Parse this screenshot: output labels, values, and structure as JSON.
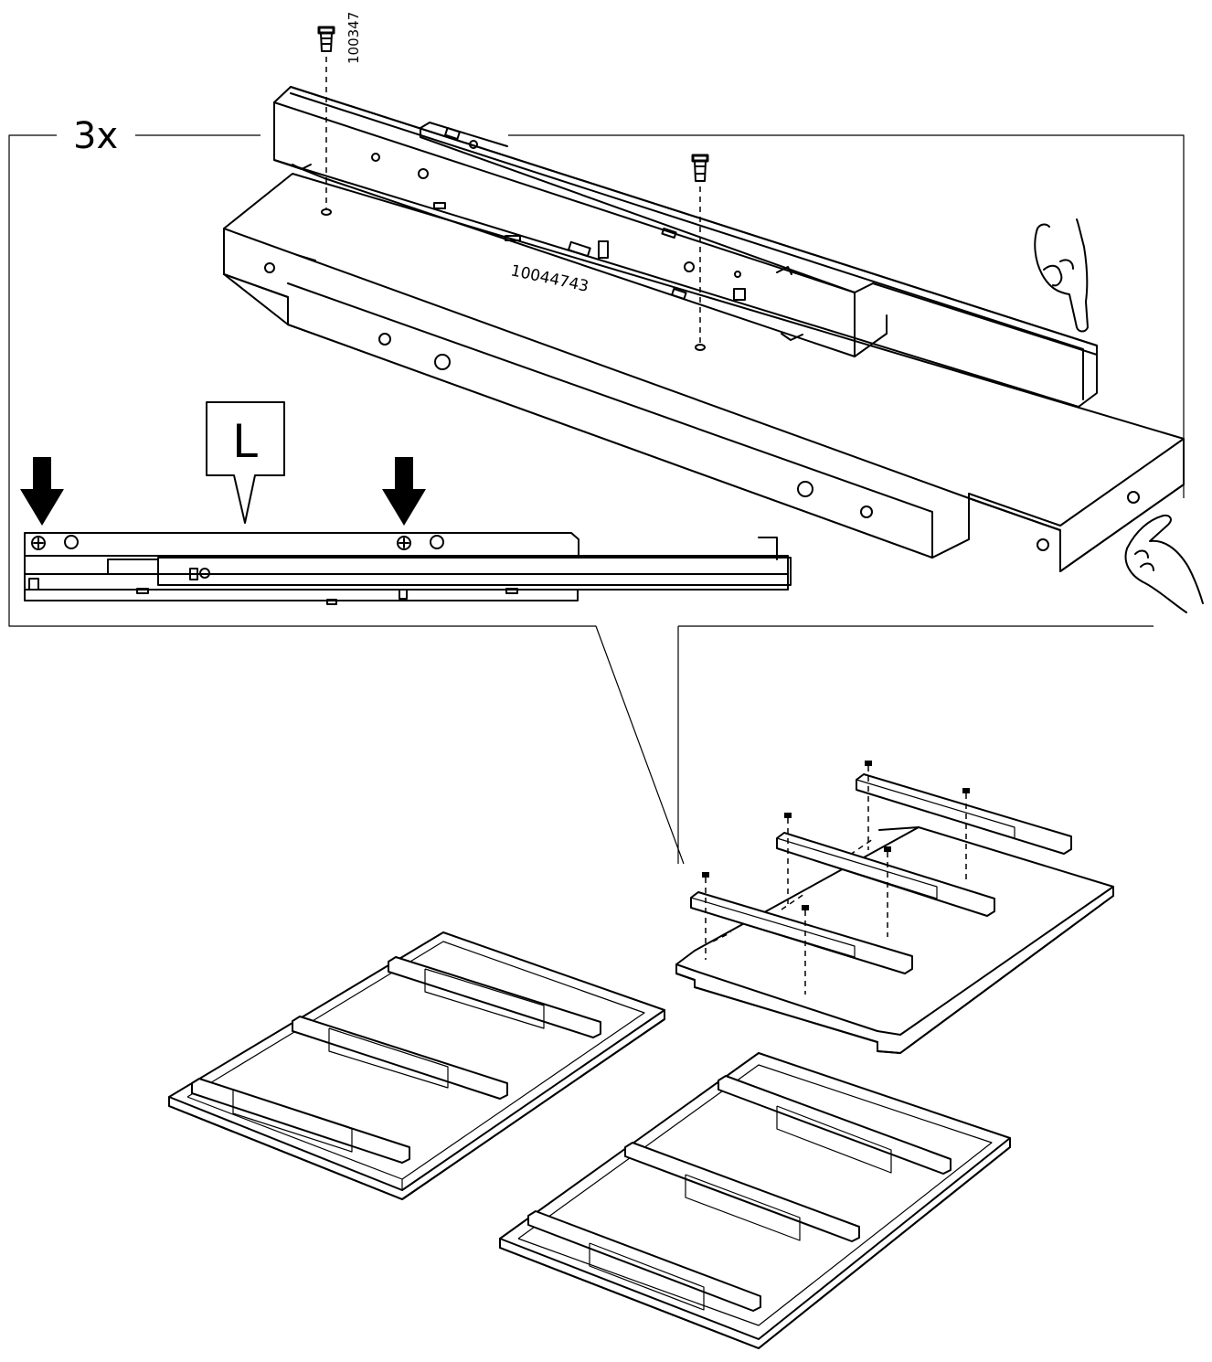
{
  "step": {
    "quantity_label": "3x",
    "screw_part_number": "100347",
    "rail_part_number": "10044743",
    "side_label": "L"
  },
  "icons": {
    "pointing_hand_top": "pointing-hand-icon",
    "pointing_hand_bottom": "pointing-hand-icon",
    "push_arrows": "down-arrow-icon"
  }
}
